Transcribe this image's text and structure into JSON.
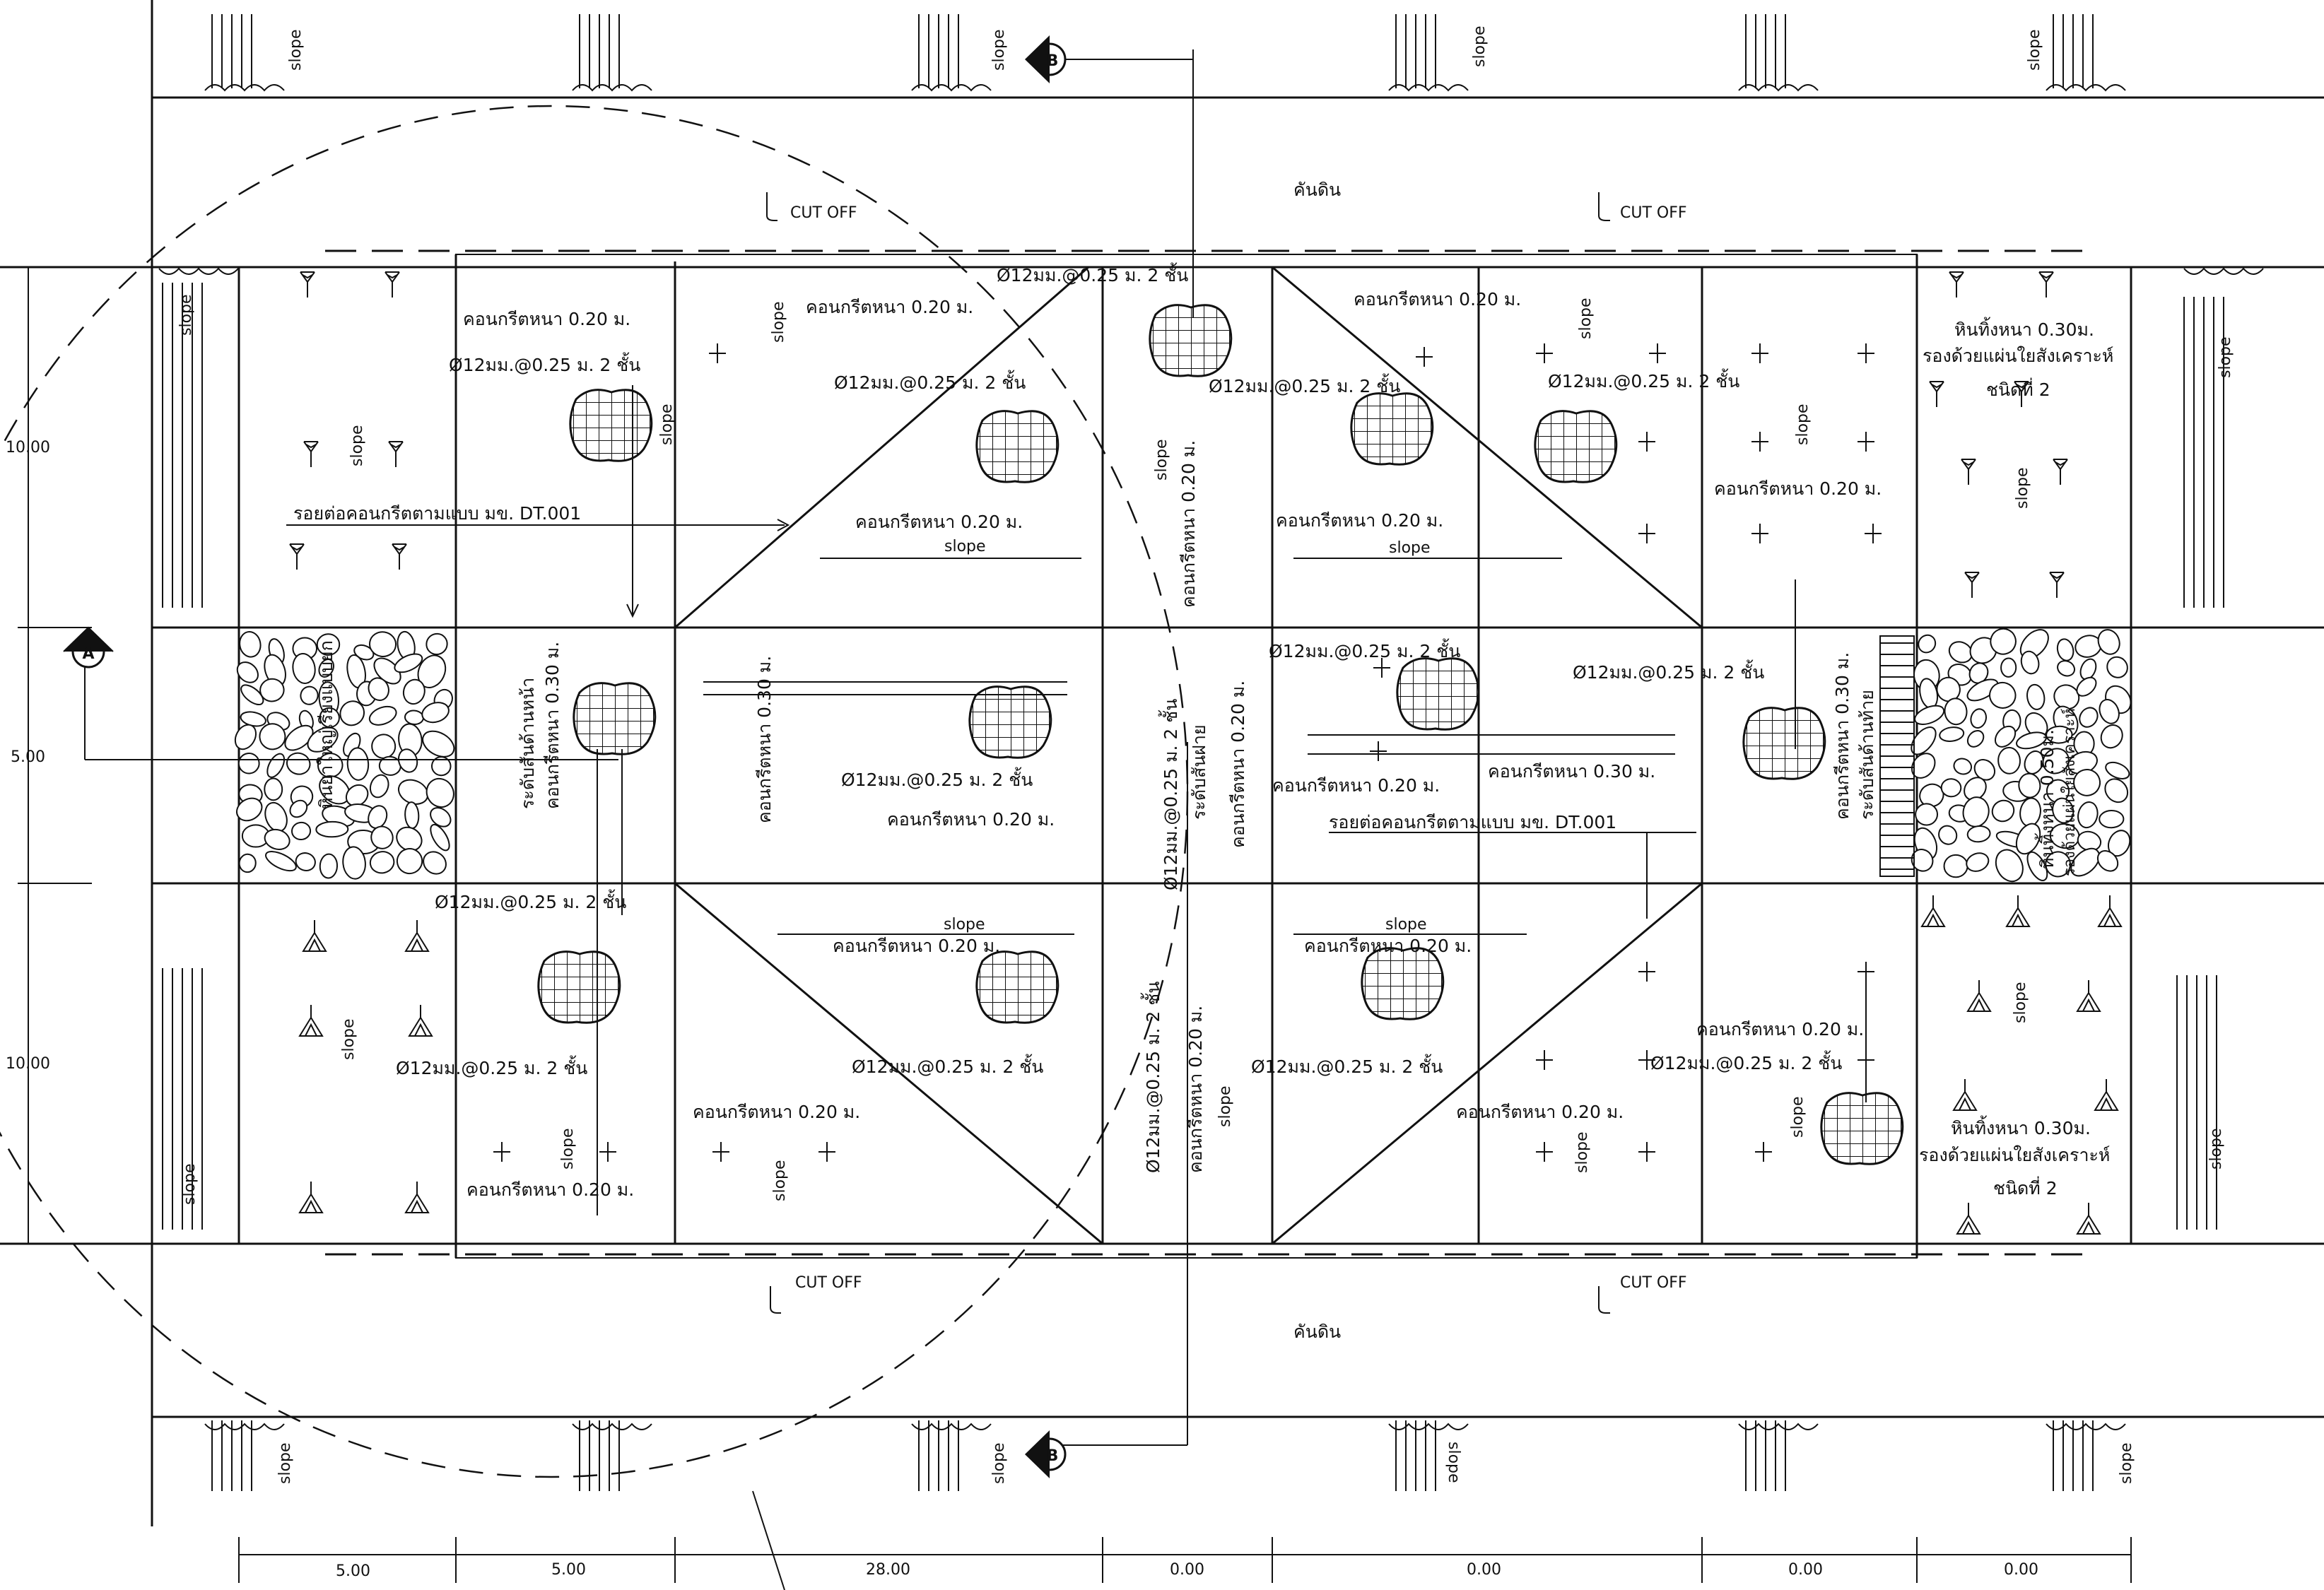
{
  "labels": {
    "embankment": "คันดิน",
    "cut_off": "CUT OFF",
    "slope": "slope",
    "concrete_020": "คอนกรีตหนา 0.20 ม.",
    "concrete_030": "คอนกรีตหนา 0.30 ม.",
    "rebar": "Ø12มม.@0.25 ม. 2 ชั้น",
    "joint": "รอยต่อคอนกรีตตามแบบ มข. DT.001",
    "riprap_side": "หินยาใหญ่เรียงแบบยก",
    "sill_upstream": "ระดับสันด้านหน้า",
    "sill_downstream": "ระดับสันด้านท้าย",
    "crest_level": "ระดับสันฝาย",
    "dumped_stone_030": "หินทิ้งหนา 0.30ม.",
    "dumped_stone_050": "หินทิ้งหนา 0.50ม.",
    "geotextile": "รองด้วยแผ่นใยสังเคราะห์",
    "geotextile_type": "ชนิดที่ 2"
  },
  "section_markers": {
    "a": "A",
    "b": "B"
  },
  "dimensions": {
    "left": [
      "10.00",
      "5.00",
      "10.00"
    ],
    "bottom": [
      "5.00",
      "5.00",
      "28.00",
      "0.00",
      "0.00",
      "0.00",
      "0.00"
    ]
  }
}
